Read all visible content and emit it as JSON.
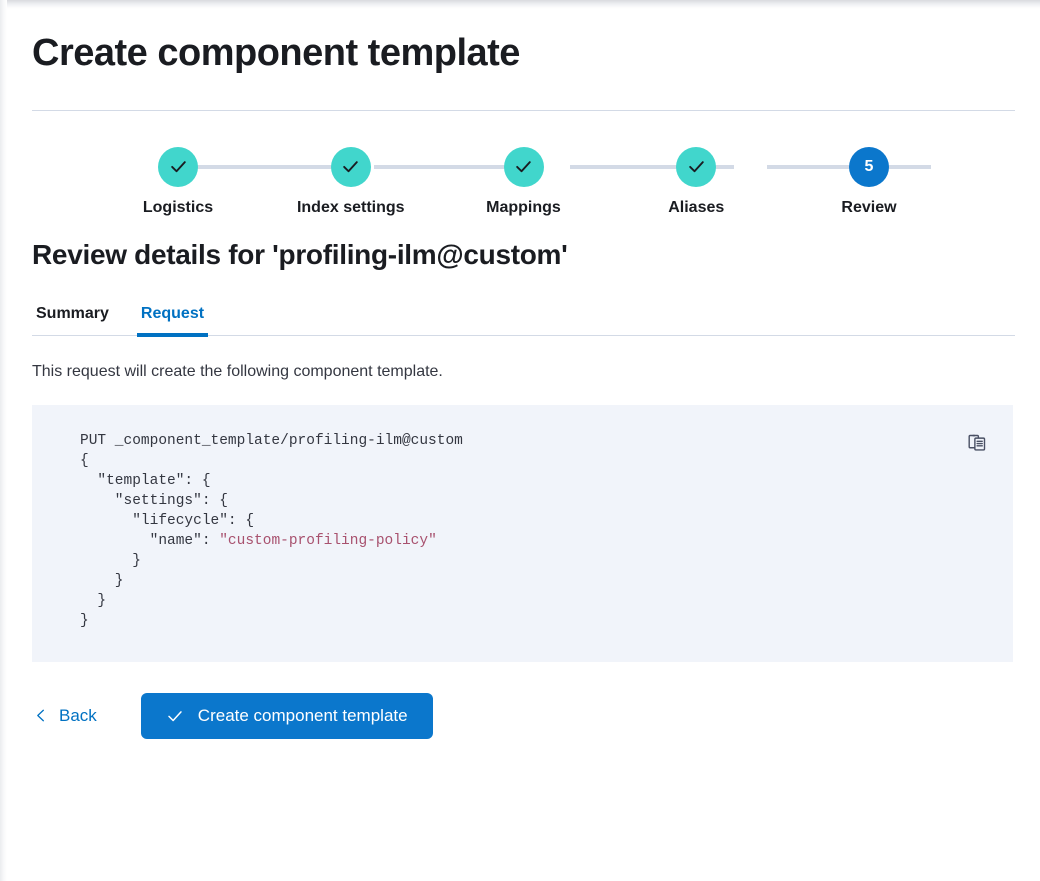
{
  "header": {
    "title": "Create component template"
  },
  "stepper": {
    "steps": [
      {
        "label": "Logistics",
        "state": "complete",
        "indicator": "check-icon"
      },
      {
        "label": "Index settings",
        "state": "complete",
        "indicator": "check-icon"
      },
      {
        "label": "Mappings",
        "state": "complete",
        "indicator": "check-icon"
      },
      {
        "label": "Aliases",
        "state": "complete",
        "indicator": "check-icon"
      },
      {
        "label": "Review",
        "state": "current",
        "indicator": "5"
      }
    ],
    "complete_color": "#41d6cc",
    "current_color": "#0b77cc",
    "connector_color": "#d3dae6"
  },
  "review": {
    "section_title": "Review details for 'profiling-ilm@custom'",
    "tabs": [
      {
        "label": "Summary",
        "active": false
      },
      {
        "label": "Request",
        "active": true
      }
    ],
    "active_tab_color": "#0071c2",
    "description": "This request will create the following component template."
  },
  "code_block": {
    "background": "#f1f4fa",
    "string_color": "#a8516e",
    "copy_icon": "clipboard-copy-icon",
    "lines": [
      {
        "text": "PUT _component_template/profiling-ilm@custom"
      },
      {
        "text": "{"
      },
      {
        "text": "  \"template\": {"
      },
      {
        "text": "    \"settings\": {"
      },
      {
        "text": "      \"lifecycle\": {"
      },
      {
        "prefix": "        \"name\": ",
        "string": "\"custom-profiling-policy\""
      },
      {
        "text": "      }"
      },
      {
        "text": "    }"
      },
      {
        "text": "  }"
      },
      {
        "text": "}"
      }
    ]
  },
  "actions": {
    "back_label": "Back",
    "back_icon": "chevron-left-icon",
    "submit_label": "Create component template",
    "submit_icon": "check-icon",
    "submit_color": "#0b77cc"
  }
}
